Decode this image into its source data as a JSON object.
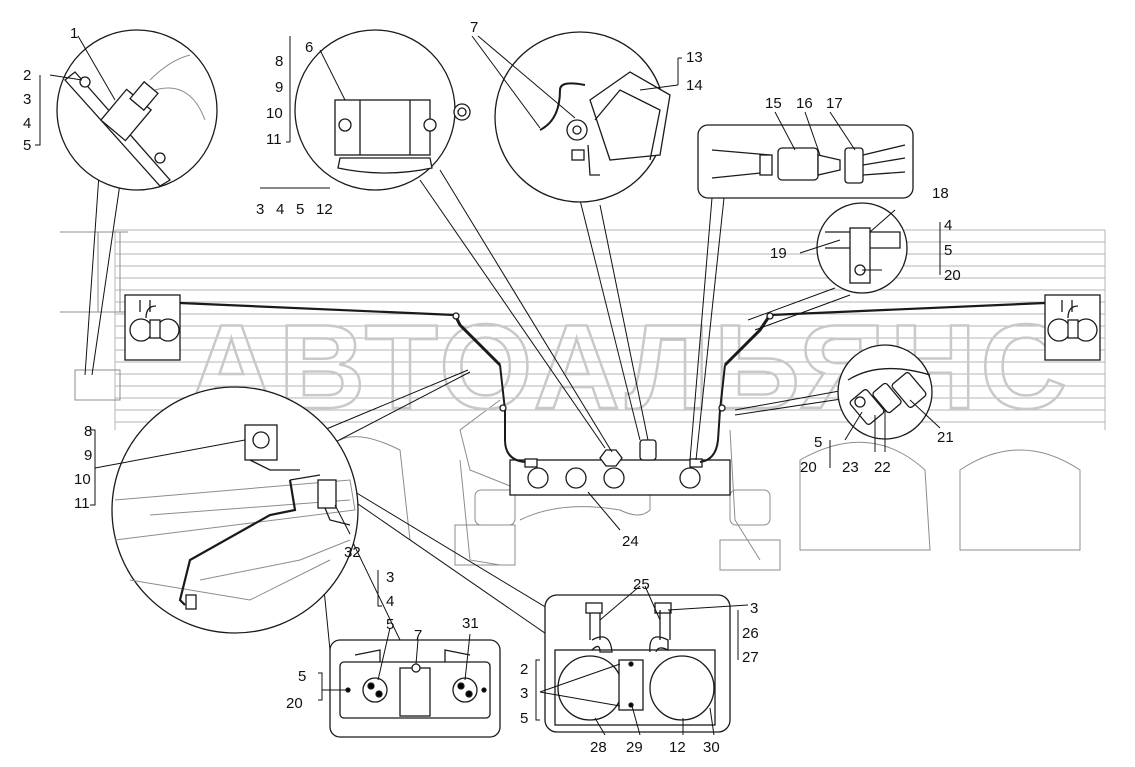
{
  "watermark": "АВТОАЛЬЯНС",
  "callouts": {
    "d1": {
      "n1": "1",
      "n2": "2",
      "n3": "3",
      "n4": "4",
      "n5": "5"
    },
    "d2": {
      "n6": "6",
      "n8": "8",
      "n9": "9",
      "n10": "10",
      "n11": "11",
      "b3": "3",
      "b4": "4",
      "b5": "5",
      "b12": "12"
    },
    "d3": {
      "n7": "7",
      "n13": "13",
      "n14": "14"
    },
    "d4": {
      "n15": "15",
      "n16": "16",
      "n17": "17"
    },
    "d5": {
      "n18": "18",
      "n19": "19",
      "n4": "4",
      "n5": "5",
      "n20": "20"
    },
    "d6": {
      "n5": "5",
      "n20": "20",
      "n21": "21",
      "n22": "22",
      "n23": "23"
    },
    "main": {
      "n24": "24"
    },
    "d7": {
      "n8": "8",
      "n9": "9",
      "n10": "10",
      "n11": "11",
      "n32": "32"
    },
    "d8": {
      "n3": "3",
      "n4": "4",
      "n5a": "5",
      "n7": "7",
      "n31": "31",
      "n5b": "5",
      "n20": "20"
    },
    "d9": {
      "n25": "25",
      "n3a": "3",
      "n26": "26",
      "n27": "27",
      "n2": "2",
      "n3b": "3",
      "n5": "5",
      "n28": "28",
      "n29": "29",
      "n12": "12",
      "n30": "30"
    }
  }
}
